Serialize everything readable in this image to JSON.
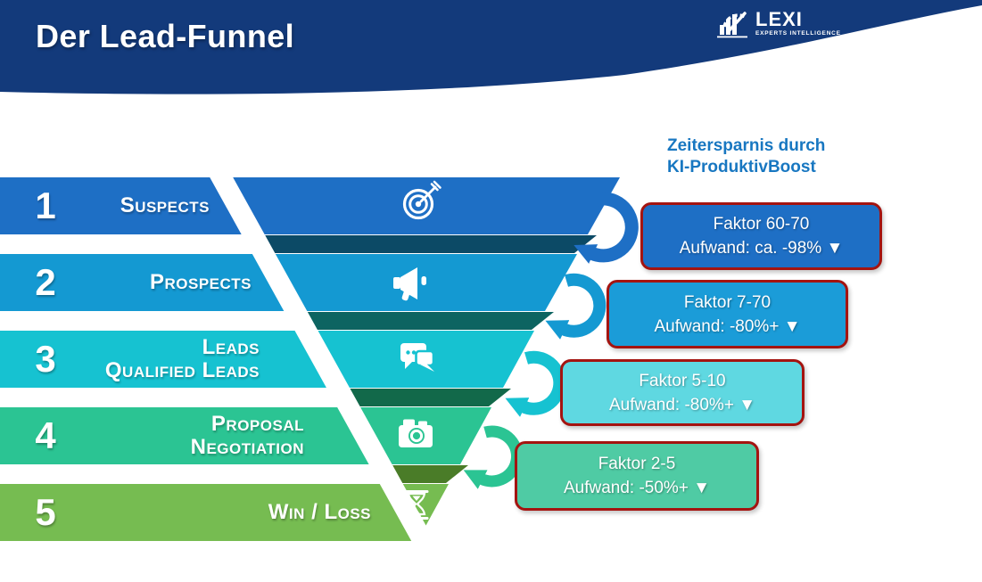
{
  "header": {
    "title": "Der Lead-Funnel",
    "bg_color": "#133A7B",
    "logo": {
      "name": "LEXI",
      "tagline": "EXPERTS INTELLIGENCE"
    }
  },
  "annotation": {
    "line1": "Zeitersparnis durch",
    "line2": "KI-ProduktivBoost",
    "color": "#1877C1"
  },
  "funnel": {
    "levels": [
      {
        "number": "1",
        "lines": [
          "Suspects"
        ],
        "color": "#1E6FC5",
        "icon": "target-icon"
      },
      {
        "number": "2",
        "lines": [
          "Prospects"
        ],
        "color": "#1499D2",
        "icon": "megaphone-icon"
      },
      {
        "number": "3",
        "lines": [
          "Leads",
          "Qualified Leads"
        ],
        "color": "#16C2D1",
        "icon": "chat-bubbles-icon"
      },
      {
        "number": "4",
        "lines": [
          "Proposal",
          "Negotiation"
        ],
        "color": "#2BC493",
        "icon": "camera-icon"
      },
      {
        "number": "5",
        "lines": [
          "Win / Loss"
        ],
        "color": "#76BC51",
        "icon": "hourglass-icon"
      }
    ],
    "shadow_colors": [
      "#0C4A66",
      "#0D6461",
      "#12694A",
      "#4A7C28"
    ]
  },
  "badges": {
    "border_color": "#A41410",
    "items": [
      {
        "line1": "Faktor 60-70",
        "line2": "Aufwand: ca. -98% ▼",
        "fill": "#1E6FC5"
      },
      {
        "line1": "Faktor 7-70",
        "line2": "Aufwand: -80%+ ▼",
        "fill": "#1B9CD8"
      },
      {
        "line1": "Faktor 5-10",
        "line2": "Aufwand: -80%+ ▼",
        "fill": "#5FD8E1"
      },
      {
        "line1": "Faktor 2-5",
        "line2": "Aufwand: -50%+ ▼",
        "fill": "#4FCBA4"
      }
    ]
  }
}
